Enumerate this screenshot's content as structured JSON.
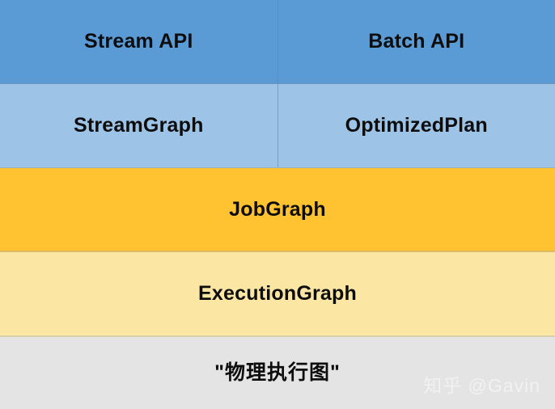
{
  "diagram": {
    "title": "Flink job execution graph layers",
    "colors": {
      "api_band": "#5b9bd5",
      "graph_band": "#9dc3e6",
      "jobgraph_band": "#ffc231",
      "executiongraph_band": "#fce6a4",
      "physical_band": "#e4e4e4",
      "label_text": "#0d0d0d",
      "watermark_text": "#f2f2f2"
    },
    "rows": [
      {
        "id": "api",
        "split": true,
        "cells": [
          {
            "label": "Stream API"
          },
          {
            "label": "Batch API"
          }
        ]
      },
      {
        "id": "graph",
        "split": true,
        "cells": [
          {
            "label": "StreamGraph"
          },
          {
            "label": "OptimizedPlan"
          }
        ]
      },
      {
        "id": "jobgraph",
        "split": false,
        "cells": [
          {
            "label": "JobGraph"
          }
        ]
      },
      {
        "id": "executiongraph",
        "split": false,
        "cells": [
          {
            "label": "ExecutionGraph"
          }
        ]
      },
      {
        "id": "physical",
        "split": false,
        "cells": [
          {
            "label": "\"物理执行图\""
          }
        ]
      }
    ]
  },
  "watermark": {
    "text": "知乎 @Gavin"
  }
}
